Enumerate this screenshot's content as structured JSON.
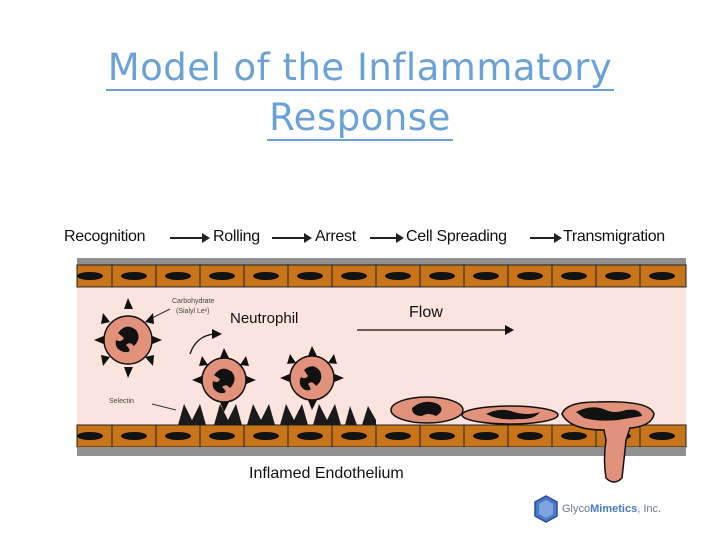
{
  "title": {
    "line1": "Model of the Inflammatory",
    "line2": "Response"
  },
  "stages": [
    "Recognition",
    "Rolling",
    "Arrest",
    "Cell Spreading",
    "Transmigration"
  ],
  "labels": {
    "carbohydrate_line1": "Carbohydrate",
    "carbohydrate_line2": "(Sialyl Leˣ)",
    "neutrophil": "Neutrophil",
    "flow": "Flow",
    "selectin": "Selectin",
    "endothelium": "Inflamed Endothelium"
  },
  "logo": {
    "brand_a": "Glyco",
    "brand_b": "Mimetics",
    "suffix": ", Inc."
  },
  "colors": {
    "title": "#6aa2d8",
    "vessel_wall": "#c8741a",
    "cell_fill": "#e2927a",
    "lumen": "#fbe3de",
    "logo_blue": "#4a79c8"
  }
}
